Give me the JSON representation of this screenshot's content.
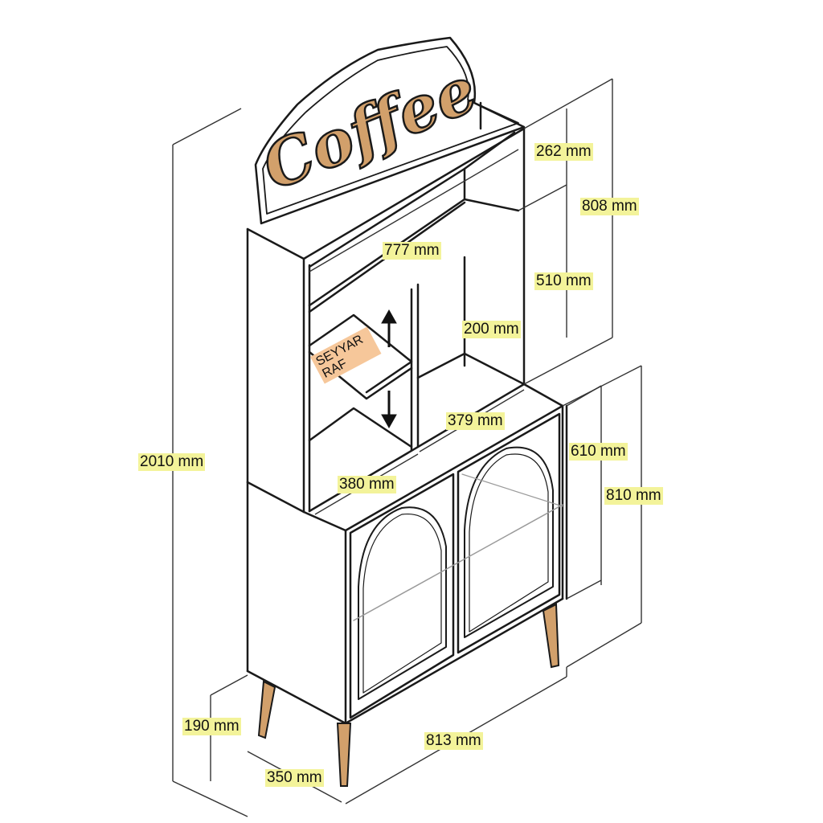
{
  "sign": {
    "text": "Coffee"
  },
  "shelf_label": {
    "line1": "SEYYAR",
    "line2": "RAF"
  },
  "dimensions": {
    "total_height": "2010 mm",
    "top_depth_small": "262 mm",
    "upper_height": "808 mm",
    "upper_width": "777 mm",
    "upper_open_height": "510 mm",
    "shelf_width": "200 mm",
    "inner_width": "379 mm",
    "inner_width_lower": "380 mm",
    "cabinet_inner_height": "610 mm",
    "cabinet_height": "810 mm",
    "leg_height": "190 mm",
    "depth": "350 mm",
    "cabinet_width": "813 mm"
  },
  "colors": {
    "line": "#1a1a1a",
    "dimension_line": "#333333",
    "label_bg": "#f3f39a",
    "shelf_label_bg": "#f6c79a",
    "wood": "#d2a06b",
    "glass": "#9a9a9a"
  }
}
